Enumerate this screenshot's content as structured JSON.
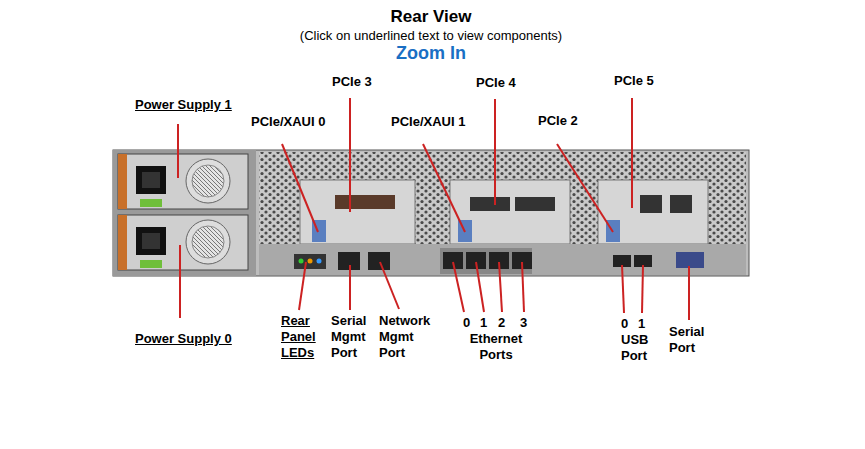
{
  "diagram": {
    "title": "Rear View",
    "labels": [
      "(Click on underlined text to view components)",
      "Zoom In",
      "Power Supply 1",
      "PCIe 3",
      "PCIe 4",
      "PCIe 5",
      "PCIe/XAUI 0",
      "PCIe/XAUI 1",
      "PCIe 2",
      "Power Supply 0",
      "Rear Panel LEDs",
      "Serial Mgmt Port",
      "Network Mgmt Port",
      "0",
      "1",
      "2",
      "3",
      "Ethernet Ports",
      "0",
      "1",
      "USB Port",
      "Serial Port"
    ]
  }
}
